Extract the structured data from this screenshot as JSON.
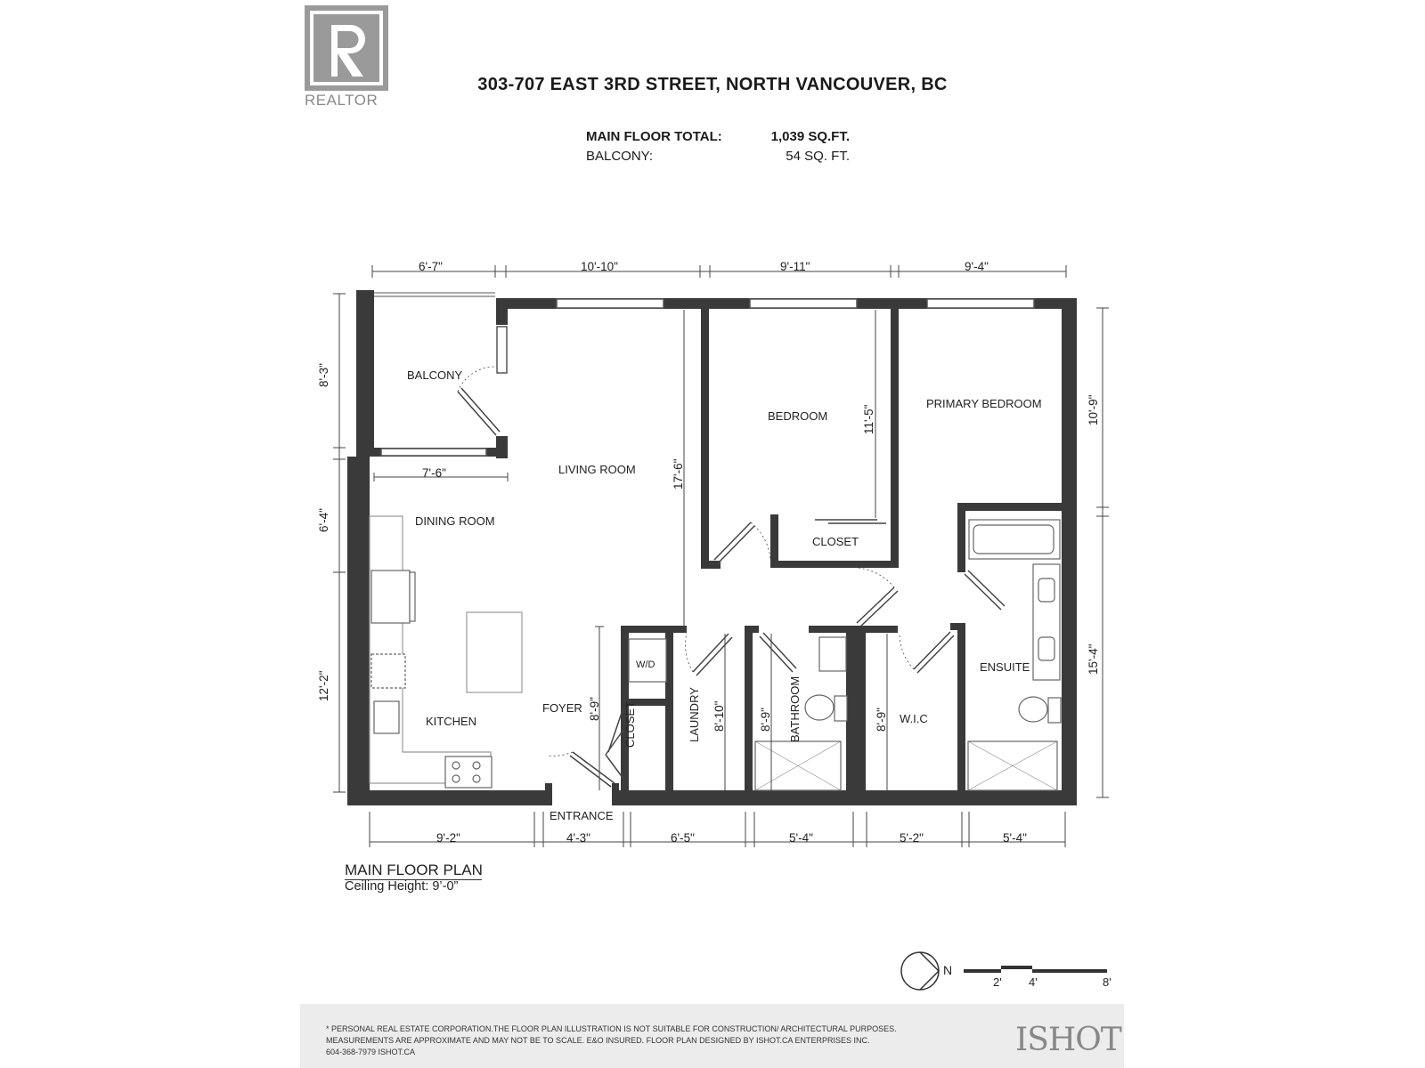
{
  "header": {
    "logo_text": "REALTOR",
    "address": "303-707 EAST 3RD STREET, NORTH VANCOUVER, BC"
  },
  "areas": {
    "main_label": "MAIN FLOOR TOTAL:",
    "main_value": "1,039 SQ.FT.",
    "balcony_label": "BALCONY:",
    "balcony_value": "54 SQ. FT."
  },
  "rooms": {
    "balcony": "BALCONY",
    "living": "LIVING ROOM",
    "bedroom": "BEDROOM",
    "primary": "PRIMARY BEDROOM",
    "dining": "DINING ROOM",
    "closet1": "CLOSET",
    "kitchen": "KITCHEN",
    "foyer": "FOYER",
    "closet2": "CLOSET",
    "laundry": "LAUNDRY",
    "bathroom": "BATHROOM",
    "wic": "W.I.C",
    "ensuite": "ENSUITE",
    "entrance": "ENTRANCE",
    "wd": "W/D"
  },
  "dimensions": {
    "top1": "6'-7\"",
    "top2": "10'-10\"",
    "top3": "9'-11\"",
    "top4": "9'-4\"",
    "left1": "8'-3\"",
    "left2": "6'-4\"",
    "left3": "12'-2\"",
    "right1": "10'-9\"",
    "right2": "15'-4\"",
    "bottom1": "9'-2\"",
    "bottom2": "4'-3\"",
    "bottom3": "6'-5\"",
    "bottom4": "5'-4\"",
    "bottom5": "5'-2\"",
    "bottom6": "5'-4\"",
    "int_balcony_w": "7'-6\"",
    "int_living_h": "17'-6\"",
    "int_bedroom_h": "11'-5\"",
    "int_foyer": "8'-9\"",
    "int_laundry": "8'-10\"",
    "int_bath": "8'-9\"",
    "int_wic": "8'-9\""
  },
  "plan": {
    "title": "MAIN FLOOR PLAN",
    "ceiling": "Ceiling Height: 9’-0”"
  },
  "compass": {
    "north": "N"
  },
  "scale_bar": {
    "labels": [
      "2'",
      "4'",
      "8'"
    ]
  },
  "footer": {
    "line1": "* PERSONAL REAL ESTATE CORPORATION.THE FLOOR PLAN ILLUSTRATION IS NOT SUITABLE FOR CONSTRUCTION/ ARCHITECTURAL PURPOSES.",
    "line2": "MEASUREMENTS ARE APPROXIMATE AND MAY NOT BE TO SCALE. E&O INSURED. FLOOR PLAN DESIGNED BY ISHOT.CA ENTERPRISES INC.",
    "line3": "604-368-7979  ISHOT.CA",
    "brand": "ISHOT"
  },
  "colors": {
    "wall": "#3a3a3a",
    "line": "#555555",
    "logo": "#9a9a9a"
  }
}
